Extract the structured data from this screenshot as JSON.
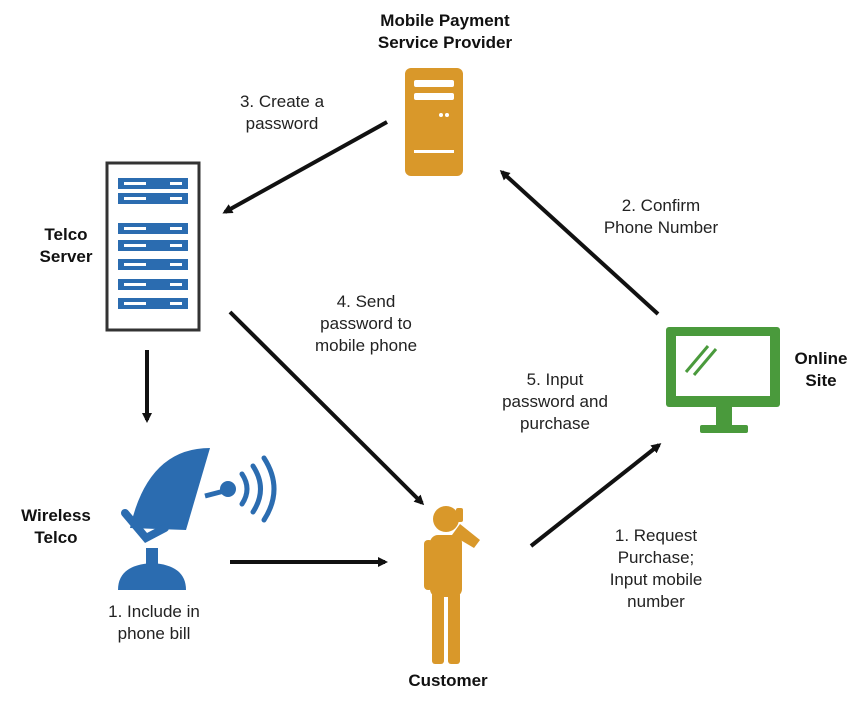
{
  "nodes": {
    "mpsp": {
      "line1": "Mobile Payment",
      "line2": "Service Provider"
    },
    "telco_server": {
      "line1": "Telco",
      "line2": "Server"
    },
    "online_site": {
      "line1": "Online",
      "line2": "Site"
    },
    "wireless_telco": {
      "line1": "Wireless",
      "line2": "Telco"
    },
    "customer": {
      "label": "Customer"
    }
  },
  "steps": {
    "create_password": {
      "line1": "3. Create a",
      "line2": "password"
    },
    "confirm_phone": {
      "line1": "2. Confirm",
      "line2": "Phone Number"
    },
    "send_password": {
      "line1": "4. Send",
      "line2": "password to",
      "line3": "mobile phone"
    },
    "input_password": {
      "line1": "5. Input",
      "line2": "password and",
      "line3": "purchase"
    },
    "request_purchase": {
      "line1": "1. Request",
      "line2": "Purchase;",
      "line3": "Input mobile",
      "line4": "number"
    },
    "include_bill": {
      "line1": "1. Include in",
      "line2": "phone bill"
    }
  },
  "colors": {
    "gold": "#d9982a",
    "blue": "#2b6cb0",
    "green": "#4a9a3c",
    "arrow": "#111111"
  }
}
